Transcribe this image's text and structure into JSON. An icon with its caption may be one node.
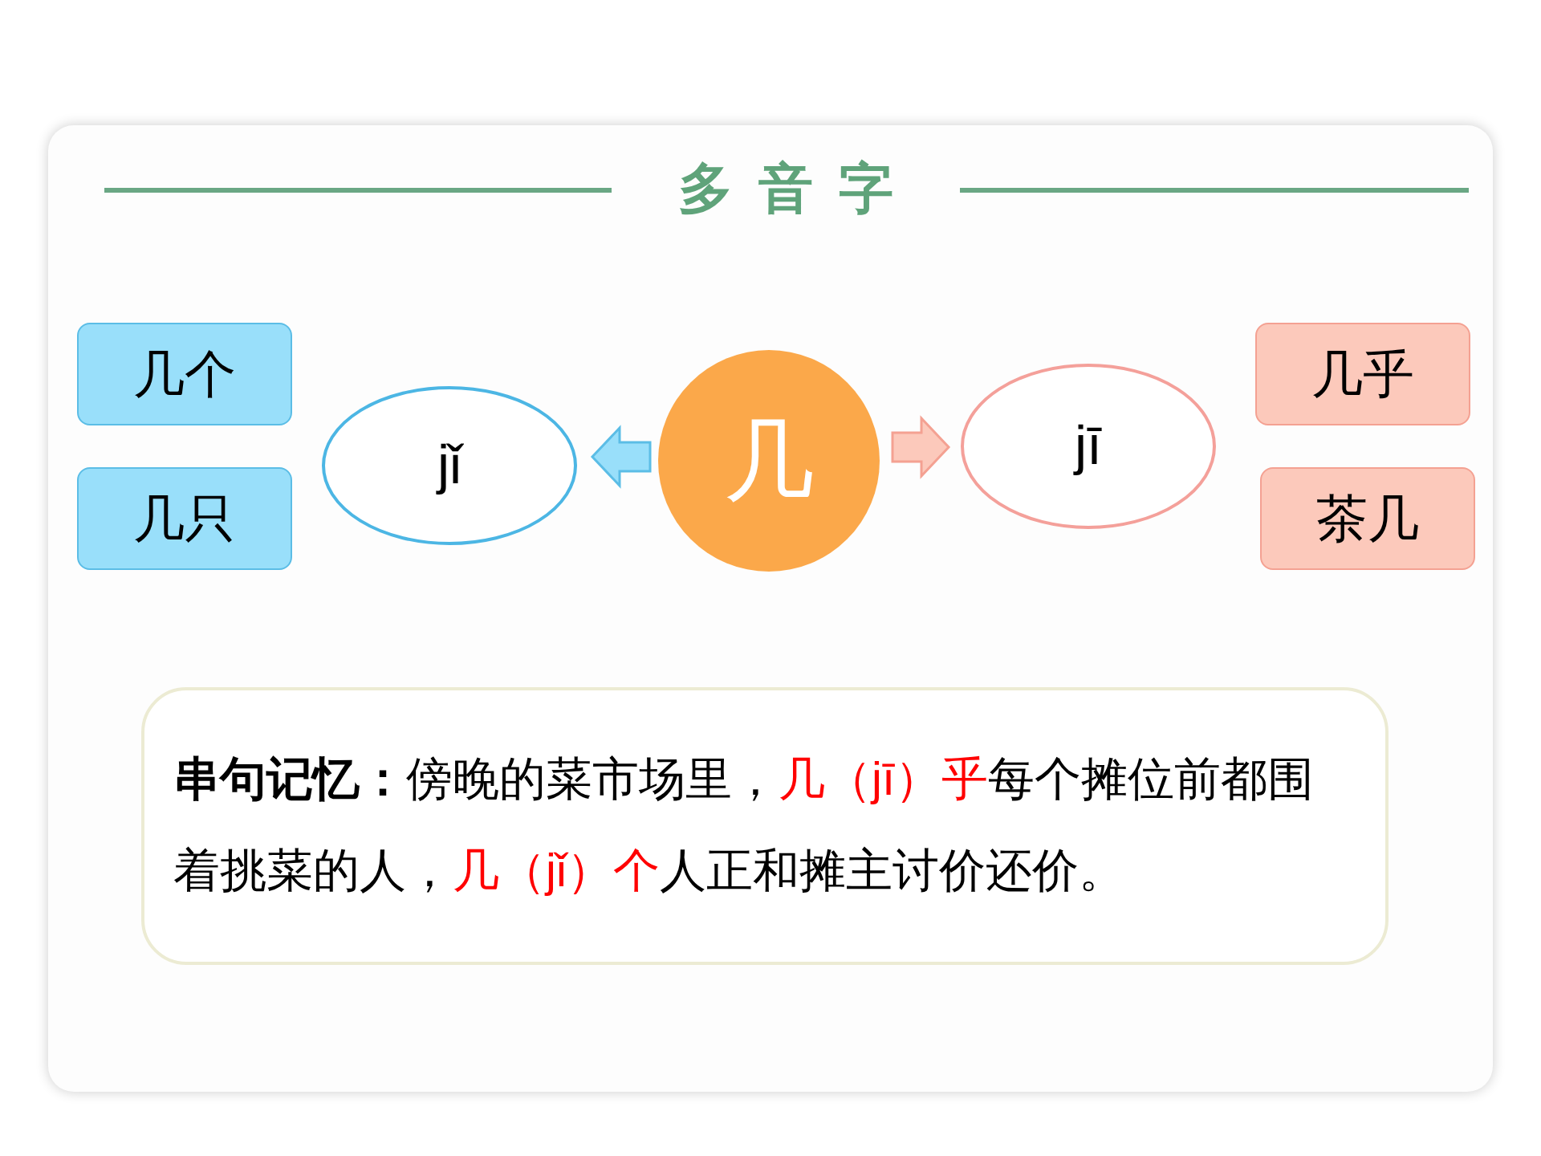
{
  "diagram": {
    "title": "多音字",
    "nodes": [
      {
        "text": [
          "几"
        ]
      },
      {
        "text": [
          "jǐ"
        ]
      },
      {
        "text": [
          "jī"
        ]
      },
      {
        "text": [
          "几个"
        ]
      },
      {
        "text": [
          "几只"
        ]
      },
      {
        "text": [
          "几乎"
        ]
      },
      {
        "text": [
          "茶几"
        ]
      },
      {
        "text": [
          "串句记忆：",
          "傍晚的菜市场里，",
          "几（jī）乎",
          "每个摊位前都围着挑菜的人，",
          "几（jǐ）个",
          "人正和摊主讨价还价。"
        ]
      }
    ],
    "edges": [
      {
        "from": 0,
        "to": 1,
        "arrow": "to",
        "color": "#99dffa"
      },
      {
        "from": 0,
        "to": 2,
        "arrow": "to",
        "color": "#fcc9bb"
      }
    ]
  }
}
